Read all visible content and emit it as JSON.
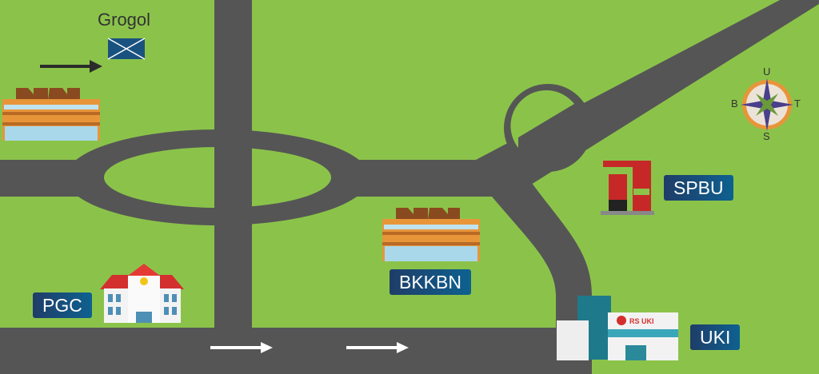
{
  "map": {
    "places": {
      "grogol": "Grogol",
      "pgc": "PGC",
      "bkkbn": "BKKBN",
      "spbu": "SPBU",
      "uki": "UKI",
      "hospital_sign": "RS UKI"
    },
    "compass": {
      "north": "U",
      "south": "S",
      "east": "T",
      "west": "B"
    },
    "colors": {
      "grass": "#8bc34a",
      "road": "#555555",
      "label": "#174a78"
    }
  }
}
